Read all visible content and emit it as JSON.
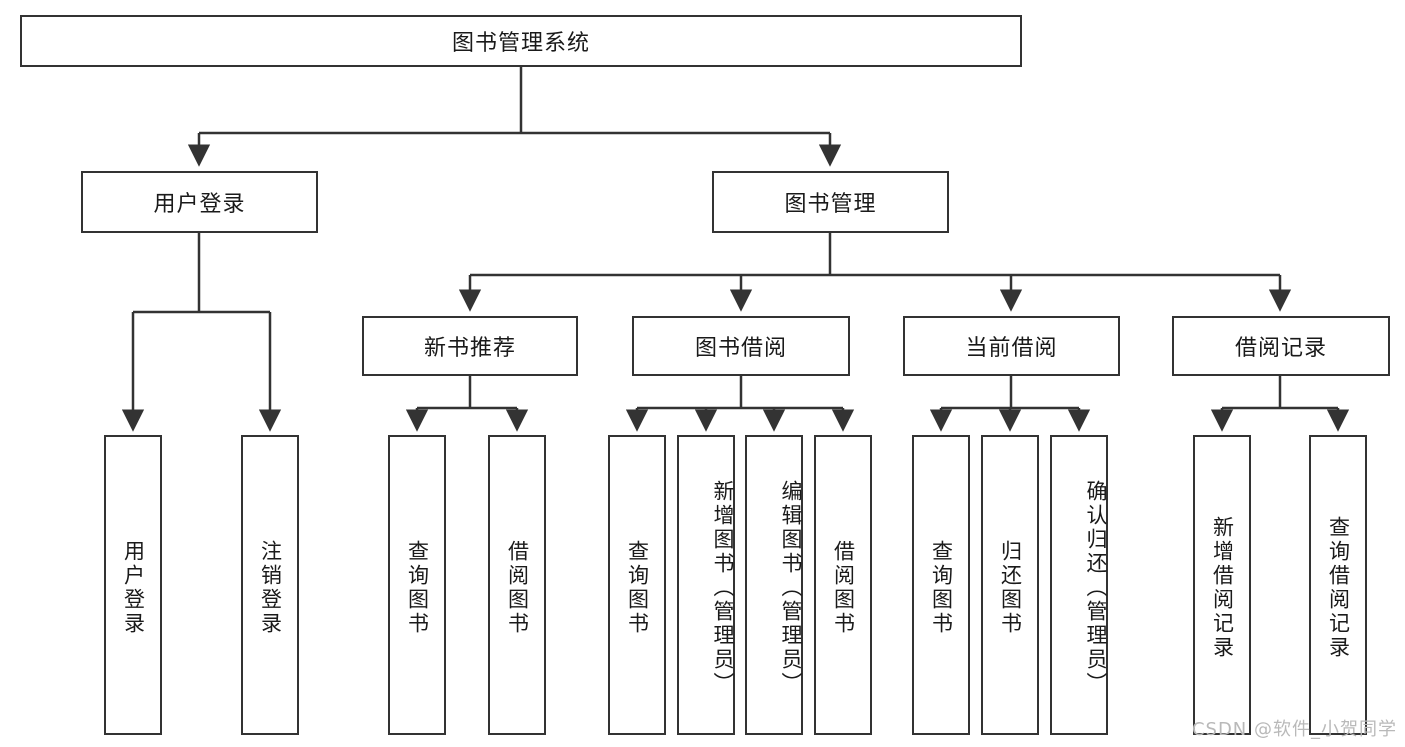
{
  "diagram": {
    "type": "tree-hierarchy",
    "title": "图书管理系统",
    "root": {
      "id": "root",
      "label": "图书管理系统"
    },
    "level2": [
      {
        "id": "user-login",
        "label": "用户登录"
      },
      {
        "id": "book-manage",
        "label": "图书管理"
      }
    ],
    "level3": [
      {
        "id": "new-book-rec",
        "label": "新书推荐",
        "parent": "book-manage"
      },
      {
        "id": "book-borrow",
        "label": "图书借阅",
        "parent": "book-manage"
      },
      {
        "id": "current-borrow",
        "label": "当前借阅",
        "parent": "book-manage"
      },
      {
        "id": "borrow-record",
        "label": "借阅记录",
        "parent": "book-manage"
      }
    ],
    "leaves": [
      {
        "id": "leaf-user-login",
        "label": "用户登录",
        "parent": "user-login"
      },
      {
        "id": "leaf-logout",
        "label": "注销登录",
        "parent": "user-login"
      },
      {
        "id": "leaf-query-book-1",
        "label": "查询图书",
        "parent": "new-book-rec"
      },
      {
        "id": "leaf-borrow-book-1",
        "label": "借阅图书",
        "parent": "new-book-rec"
      },
      {
        "id": "leaf-query-book-2",
        "label": "查询图书",
        "parent": "book-borrow"
      },
      {
        "id": "leaf-add-book",
        "label": "新增图书（管理员）",
        "parent": "book-borrow"
      },
      {
        "id": "leaf-edit-book",
        "label": "编辑图书（管理员）",
        "parent": "book-borrow"
      },
      {
        "id": "leaf-borrow-book-2",
        "label": "借阅图书",
        "parent": "book-borrow"
      },
      {
        "id": "leaf-query-book-3",
        "label": "查询图书",
        "parent": "current-borrow"
      },
      {
        "id": "leaf-return-book",
        "label": "归还图书",
        "parent": "current-borrow"
      },
      {
        "id": "leaf-confirm-return",
        "label": "确认归还（管理员）",
        "parent": "current-borrow"
      },
      {
        "id": "leaf-add-record",
        "label": "新增借阅记录",
        "parent": "borrow-record"
      },
      {
        "id": "leaf-query-record",
        "label": "查询借阅记录",
        "parent": "borrow-record"
      }
    ],
    "watermark": "CSDN @软件_小贺同学",
    "colors": {
      "stroke": "#333333",
      "fill": "#ffffff",
      "text": "#1a1a1a",
      "watermark": "#b9b9b9"
    }
  }
}
